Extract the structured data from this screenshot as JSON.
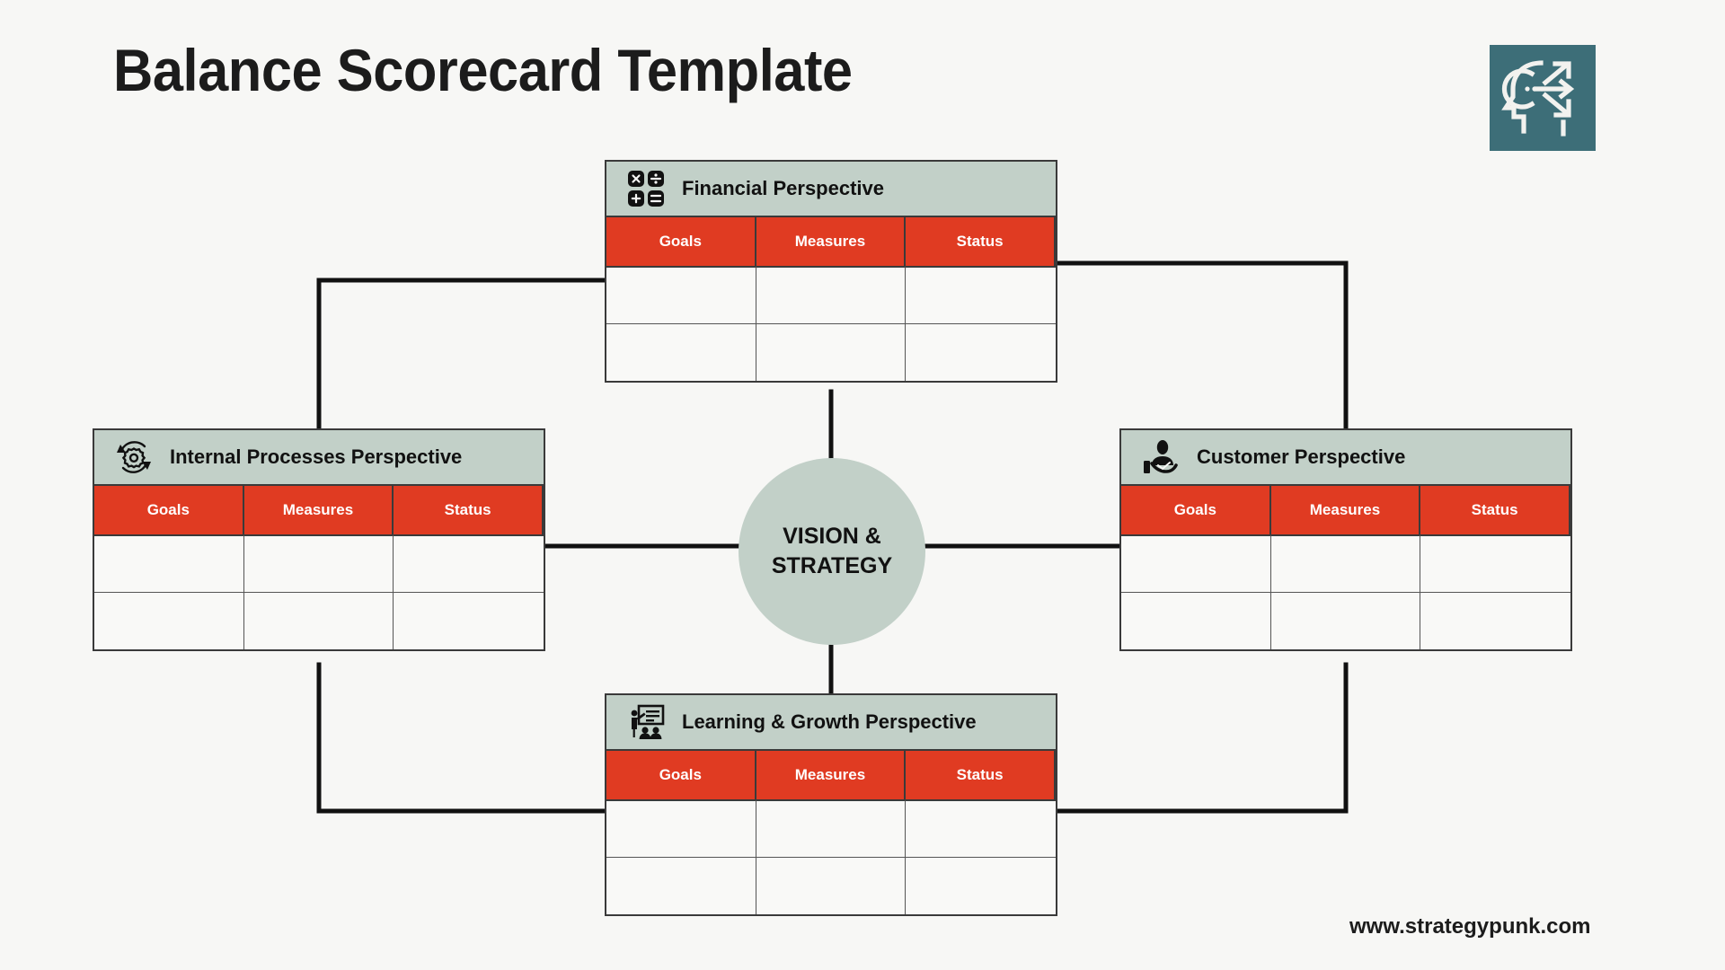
{
  "page": {
    "title": "Balance Scorecard Template",
    "footer_url": "www.strategypunk.com",
    "background_color": "#f7f7f5"
  },
  "logo": {
    "icon": "head-strategy-arrows-icon",
    "background_color": "#3d6e78",
    "stroke_color": "#f2f2ef"
  },
  "colors": {
    "header_band": "#c2d0c8",
    "table_header_red": "#e03b22",
    "outline": "#3a3a3a",
    "cell_background": "#f9f9f7",
    "text": "#111111"
  },
  "center": {
    "name": "vision-strategy-circle",
    "line1": "VISION &",
    "line2": "STRATEGY",
    "fill": "#c2d0c8"
  },
  "table_columns": [
    "Goals",
    "Measures",
    "Status"
  ],
  "perspectives": [
    {
      "id": "financial",
      "title": "Financial Perspective",
      "icon": "calculator-math-icon",
      "columns": [
        "Goals",
        "Measures",
        "Status"
      ],
      "rows": [
        [
          "",
          "",
          ""
        ],
        [
          "",
          "",
          ""
        ]
      ]
    },
    {
      "id": "internal",
      "title": "Internal Processes Perspective",
      "icon": "gear-cycle-icon",
      "columns": [
        "Goals",
        "Measures",
        "Status"
      ],
      "rows": [
        [
          "",
          "",
          ""
        ],
        [
          "",
          "",
          ""
        ]
      ]
    },
    {
      "id": "customer",
      "title": "Customer Perspective",
      "icon": "person-supporting-hand-icon",
      "columns": [
        "Goals",
        "Measures",
        "Status"
      ],
      "rows": [
        [
          "",
          "",
          ""
        ],
        [
          "",
          "",
          ""
        ]
      ]
    },
    {
      "id": "learning",
      "title": "Learning & Growth Perspective",
      "icon": "presenter-whiteboard-audience-icon",
      "columns": [
        "Goals",
        "Measures",
        "Status"
      ],
      "rows": [
        [
          "",
          "",
          ""
        ],
        [
          "",
          "",
          ""
        ]
      ]
    }
  ]
}
